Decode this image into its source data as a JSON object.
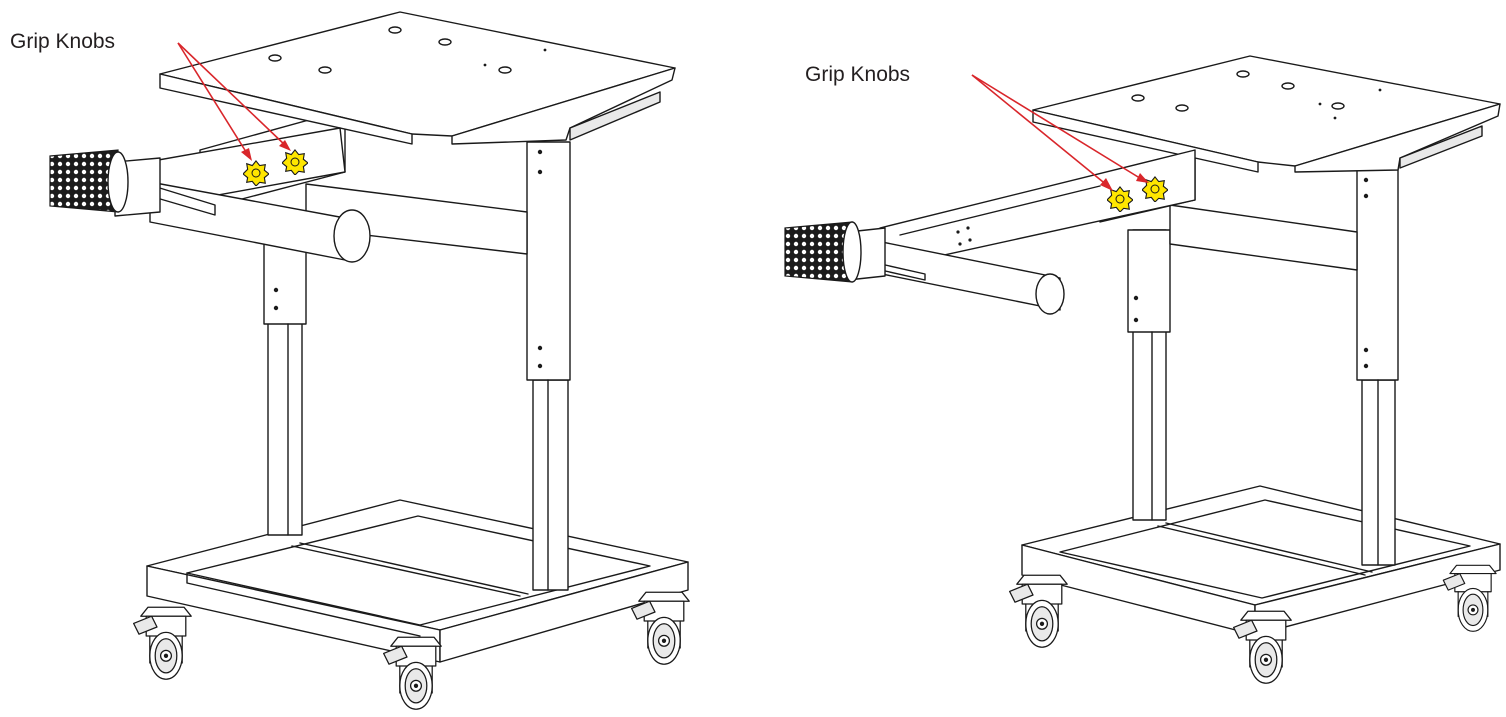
{
  "diagrams": [
    {
      "callout": "Grip Knobs",
      "knob_count": 2,
      "configuration": "arm-retracted"
    },
    {
      "callout": "Grip Knobs",
      "knob_count": 2,
      "configuration": "arm-extended"
    }
  ],
  "colors": {
    "knob": "#ffe600",
    "arrow": "#d9262b",
    "line": "#1a1a1a",
    "background": "#ffffff"
  }
}
